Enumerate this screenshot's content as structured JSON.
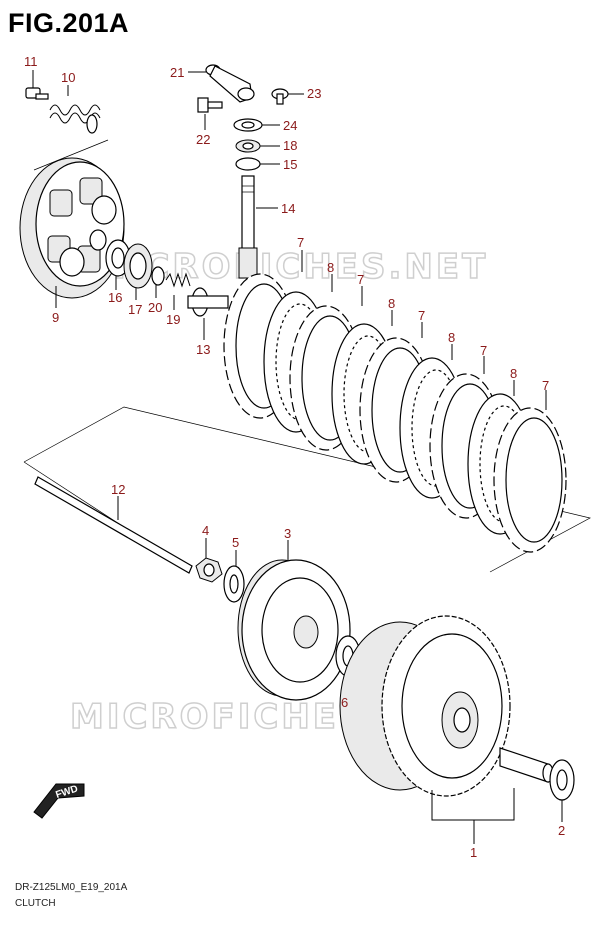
{
  "figure": {
    "title": "FIG.201A",
    "model_code": "DR-Z125LM0_E19_201A",
    "section": "CLUTCH",
    "watermark": "MICROFICHES.NET",
    "fwd_label": "FWD"
  },
  "callouts": {
    "c1": "1",
    "c2": "2",
    "c3": "3",
    "c4": "4",
    "c5": "5",
    "c6": "6",
    "c7a": "7",
    "c7b": "7",
    "c7c": "7",
    "c7d": "7",
    "c7e": "7",
    "c8a": "8",
    "c8b": "8",
    "c8c": "8",
    "c8d": "8",
    "c9": "9",
    "c10": "10",
    "c11": "11",
    "c12": "12",
    "c13": "13",
    "c14": "14",
    "c15": "15",
    "c16": "16",
    "c17": "17",
    "c18": "18",
    "c19": "19",
    "c20": "20",
    "c21": "21",
    "c22": "22",
    "c23": "23",
    "c24": "24"
  },
  "colors": {
    "callout": "#8b1a1a",
    "line": "#000000",
    "watermark": "#cfcfcf"
  }
}
